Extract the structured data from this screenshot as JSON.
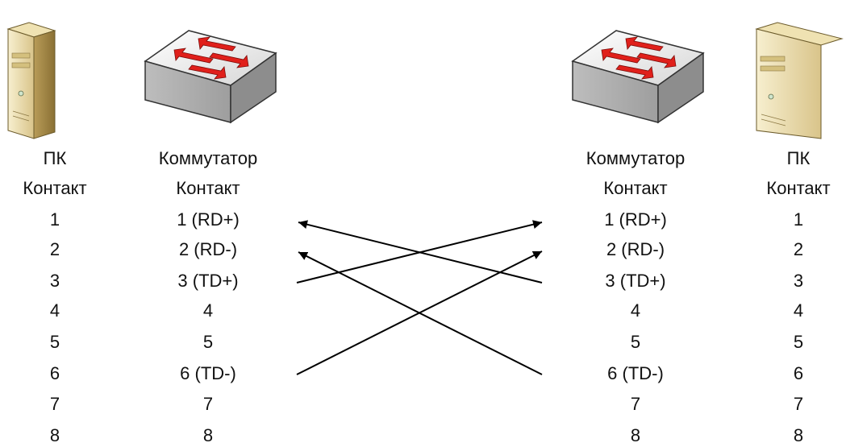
{
  "columns": [
    {
      "id": "pc-left",
      "title": "ПК",
      "header": "Контакт",
      "pins": [
        "1",
        "2",
        "3",
        "4",
        "5",
        "6",
        "7",
        "8"
      ],
      "icon": "server-tower-icon"
    },
    {
      "id": "switch-left",
      "title": "Коммутатор",
      "header": "Контакт",
      "pins": [
        "1 (RD+)",
        "2 (RD-)",
        "3 (TD+)",
        "4",
        "5",
        "6 (TD-)",
        "7",
        "8"
      ],
      "icon": "network-switch-icon"
    },
    {
      "id": "switch-right",
      "title": "Коммутатор",
      "header": "Контакт",
      "pins": [
        "1 (RD+)",
        "2 (RD-)",
        "3 (TD+)",
        "4",
        "5",
        "6 (TD-)",
        "7",
        "8"
      ],
      "icon": "network-switch-icon"
    },
    {
      "id": "pc-right",
      "title": "ПК",
      "header": "Контакт",
      "pins": [
        "1",
        "2",
        "3",
        "4",
        "5",
        "6",
        "7",
        "8"
      ],
      "icon": "server-tower-icon"
    }
  ],
  "connections": [
    {
      "from": "left.3 (TD+)",
      "to": "right.1 (RD+)"
    },
    {
      "from": "left.6 (TD-)",
      "to": "right.2 (RD-)"
    },
    {
      "from": "right.3 (TD+)",
      "to": "left.1 (RD+)"
    },
    {
      "from": "right.6 (TD-)",
      "to": "left.2 (RD-)"
    }
  ],
  "colors": {
    "arrow": "#000000",
    "switch_arrow": "#e0201b",
    "server": "#efe3b7",
    "switch": "#cfcfcf"
  }
}
